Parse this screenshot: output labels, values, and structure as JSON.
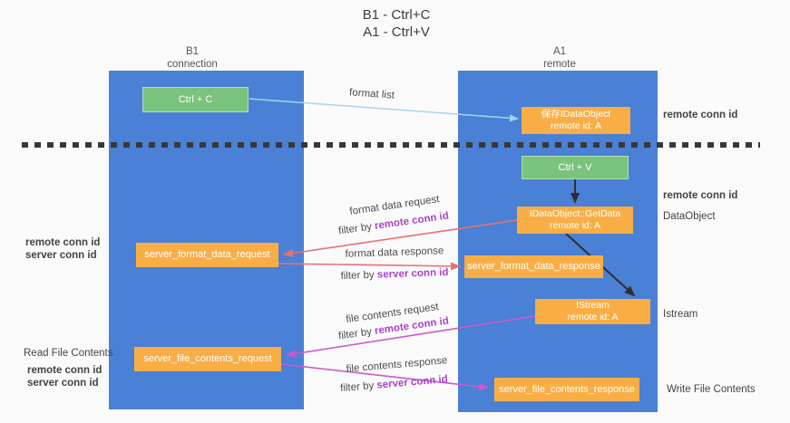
{
  "title": {
    "line1": "B1 - Ctrl+C",
    "line2": "A1 - Ctrl+V"
  },
  "lifelines": {
    "left": {
      "name": "B1",
      "subtitle": "connection"
    },
    "right": {
      "name": "A1",
      "subtitle": "remote"
    }
  },
  "nodes": {
    "ctrl_c": {
      "label": "Ctrl + C"
    },
    "save_idataobject": {
      "line1": "保存IDataObject",
      "line2": "remote id: A"
    },
    "ctrl_v": {
      "label": "Ctrl + V"
    },
    "getdata": {
      "line1": "IDataObject::GetData",
      "line2": "remote id: A"
    },
    "format_request": {
      "label": "server_format_data_request"
    },
    "format_response": {
      "label": "server_format_data_response"
    },
    "istream": {
      "line1": "IStream",
      "line2": "remote id: A"
    },
    "file_request": {
      "label": "server_file_contents_request"
    },
    "file_response": {
      "label": "server_file_contents_response"
    }
  },
  "arrows": {
    "format_list": {
      "label": "format list"
    },
    "format_data_request": {
      "label": "format data request",
      "filter_prefix": "filter by ",
      "filter_key": "remote conn id"
    },
    "format_data_response": {
      "label": "format data response",
      "filter_prefix": "filter by ",
      "filter_key": "server conn id"
    },
    "file_contents_request": {
      "label": "file contents request",
      "filter_prefix": "filter by ",
      "filter_key": "remote conn id"
    },
    "file_contents_response": {
      "label": "file contents response",
      "filter_prefix": "filter by ",
      "filter_key": "server conn id"
    }
  },
  "annotations": {
    "right_remote_conn_top": "remote conn id",
    "right_remote_conn_mid": "remote conn id",
    "dataobject": "DataObject",
    "istream": "Istream",
    "write_file_contents": "Write File Contents",
    "left_remote_conn_mid": "remote conn id",
    "left_server_conn_mid": "server conn id",
    "read_file_contents": "Read File Contents",
    "left_remote_conn_bottom": "remote conn id",
    "left_server_conn_bottom": "server conn id"
  },
  "colors": {
    "lifeline_blue": "#4a80d5",
    "node_green": "#79c37c",
    "node_orange": "#f9ae45",
    "arrow_lightblue": "#a8d3f0",
    "arrow_red": "#e7716f",
    "arrow_magenta": "#ce58ce",
    "arrow_black": "#2f2f2f",
    "text_purple": "#a843c8",
    "text_green": "#57b657"
  }
}
